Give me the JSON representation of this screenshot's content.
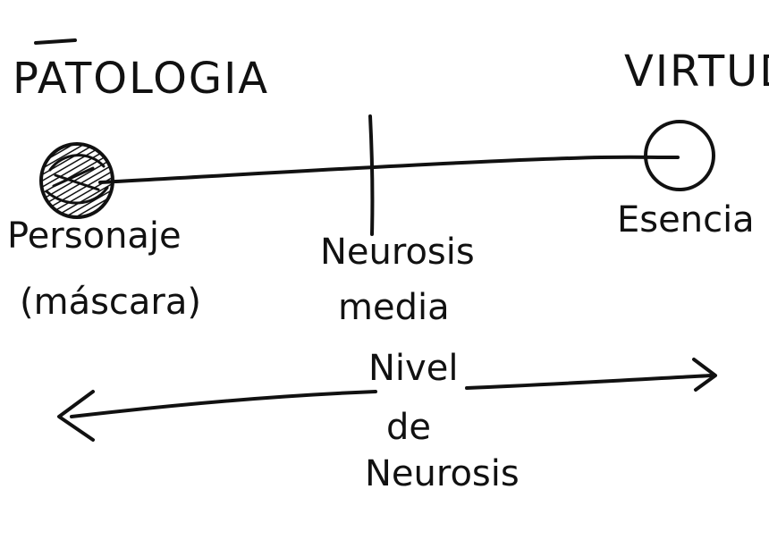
{
  "diagram": {
    "left_pole": {
      "title": "PATOLOGIA",
      "caption_line1": "Personaje",
      "caption_line2": "(máscara)"
    },
    "right_pole": {
      "title": "VIRTUD",
      "caption": "Esencia"
    },
    "center": {
      "caption_line1": "Neurosis",
      "caption_line2": "media"
    },
    "axis": {
      "label_line1": "Nivel",
      "label_line2": "de",
      "label_line3": "Neurosis"
    },
    "colors": {
      "ink": "#111111",
      "background": "#ffffff"
    }
  }
}
